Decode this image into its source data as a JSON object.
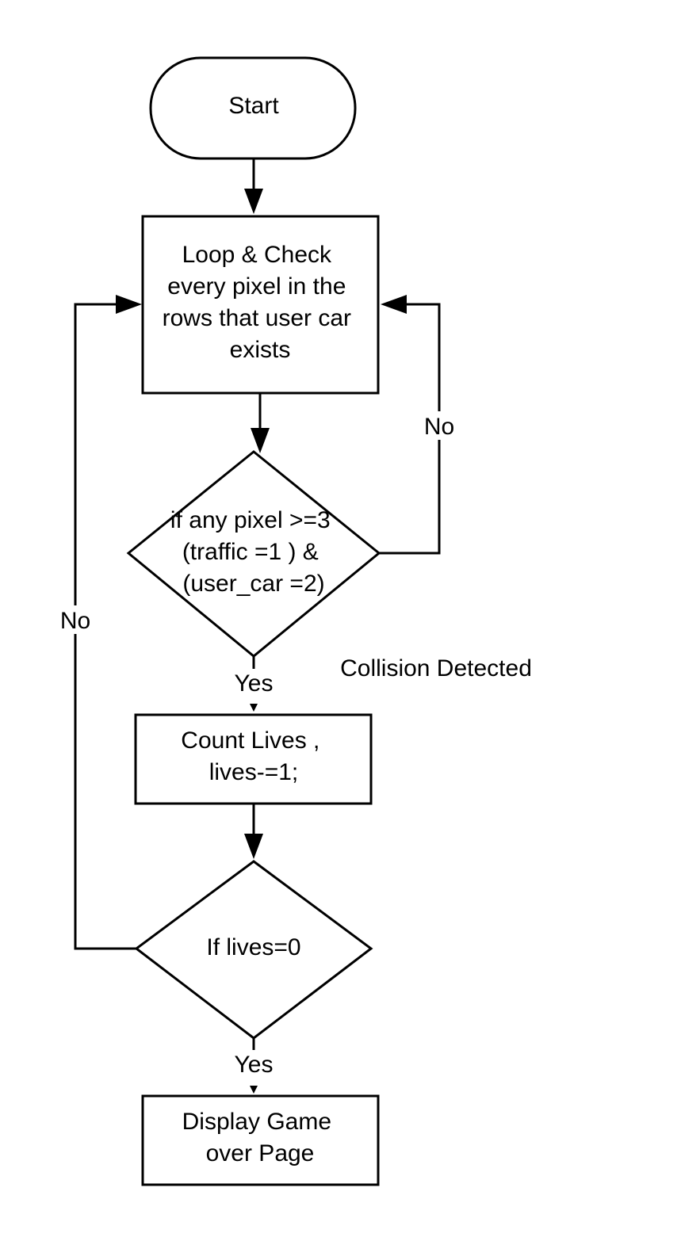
{
  "flowchart": {
    "start_label": "Start",
    "loop_label": [
      "Loop & Check",
      "every pixel in the",
      "rows that user car",
      "exists"
    ],
    "decision_pixel_label": [
      "if any pixel >=3",
      "(traffic =1 ) &",
      "(user_car =2)"
    ],
    "count_label": [
      "Count Lives ,",
      "lives-=1;"
    ],
    "decision_lives_label": "If lives=0",
    "gameover_label": [
      "Display Game",
      "over Page"
    ],
    "edge_no_pixel": "No",
    "edge_no_lives": "No",
    "edge_yes_collision": "Yes",
    "edge_yes_gameover": "Yes",
    "collision_note": "Collision Detected"
  },
  "colors": {
    "stroke": "#000000",
    "background": "#ffffff"
  }
}
